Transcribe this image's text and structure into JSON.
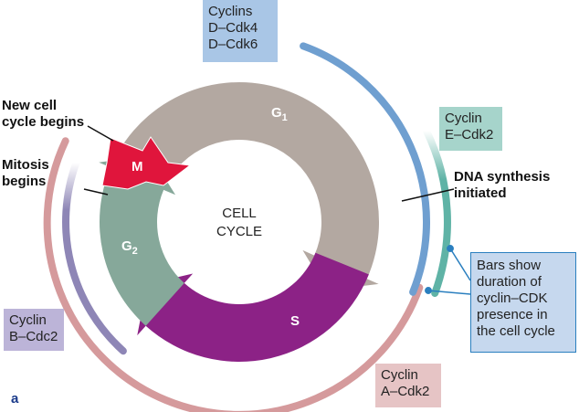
{
  "phases": {
    "g1": {
      "label": "G",
      "sub": "1",
      "color": "#b3a8a1"
    },
    "s": {
      "label": "S",
      "color": "#8c2286"
    },
    "g2": {
      "label": "G",
      "sub": "2",
      "color": "#86a89a"
    },
    "m": {
      "label": "M",
      "color": "#e0153c"
    }
  },
  "center": {
    "line1": "CELL",
    "line2": "CYCLE"
  },
  "cyclins": {
    "d": {
      "line1": "Cyclins",
      "line2": "D–Cdk4",
      "line3": "D–Cdk6",
      "color": "#6f9fd0",
      "box_color": "#a9c6e6"
    },
    "e": {
      "line1": "Cyclin",
      "line2": "E–Cdk2",
      "color": "#5fb3a6",
      "box_color": "#a6d4cb"
    },
    "a": {
      "line1": "Cyclin",
      "line2": "A–Cdk2",
      "color": "#d59a9c",
      "box_color": "#e6c4c5"
    },
    "b": {
      "line1": "Cyclin",
      "line2": "B–Cdc2",
      "color": "#8e86b6",
      "box_color": "#bcb4d8"
    }
  },
  "events": {
    "new_cycle": {
      "line1": "New cell",
      "line2": "cycle begins"
    },
    "mitosis": {
      "line1": "Mitosis",
      "line2": "begins"
    },
    "dna": {
      "line1": "DNA synthesis",
      "line2": "initiated"
    }
  },
  "note": {
    "line1": "Bars show",
    "line2": "duration of",
    "line3": "cyclin–CDK",
    "line4": "presence in",
    "line5": "the cell cycle",
    "box_color": "#c6d8ee",
    "border_color": "#2a7fbf"
  },
  "panel_letter": "a"
}
